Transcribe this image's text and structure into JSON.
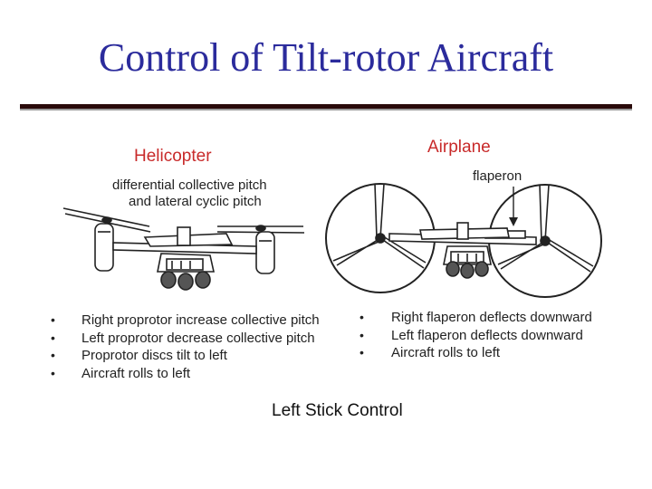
{
  "title": "Control of Tilt-rotor Aircraft",
  "helicopter": {
    "heading": "Helicopter",
    "note_line1": "differential collective pitch",
    "note_line2": "and lateral cyclic pitch",
    "bullets": [
      "Right proprotor increase collective pitch",
      "Left proprotor decrease collective pitch",
      "Proprotor discs tilt to left",
      "Aircraft rolls to left"
    ]
  },
  "airplane": {
    "heading": "Airplane",
    "note": "flaperon",
    "bullets": [
      "Right flaperon deflects downward",
      "Left flaperon deflects downward",
      "Aircraft rolls to left"
    ]
  },
  "footer": "Left Stick Control",
  "bullet_glyph": "•"
}
